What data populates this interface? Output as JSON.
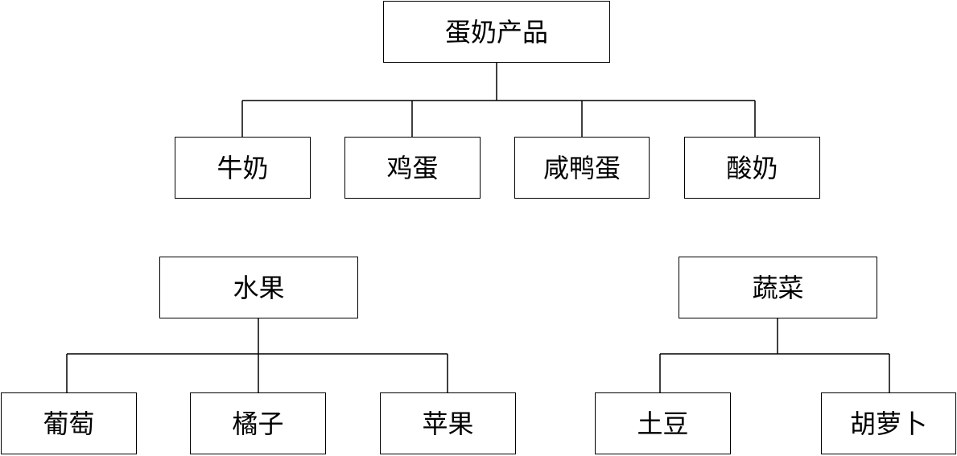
{
  "trees": [
    {
      "root": "蛋奶产品",
      "children": [
        "牛奶",
        "鸡蛋",
        "咸鸭蛋",
        "酸奶"
      ]
    },
    {
      "root": "水果",
      "children": [
        "葡萄",
        "橘子",
        "苹果"
      ]
    },
    {
      "root": "蔬菜",
      "children": [
        "土豆",
        "胡萝卜"
      ]
    }
  ],
  "colors": {
    "line": "#000000",
    "box_border": "#000000",
    "background": "#ffffff"
  }
}
